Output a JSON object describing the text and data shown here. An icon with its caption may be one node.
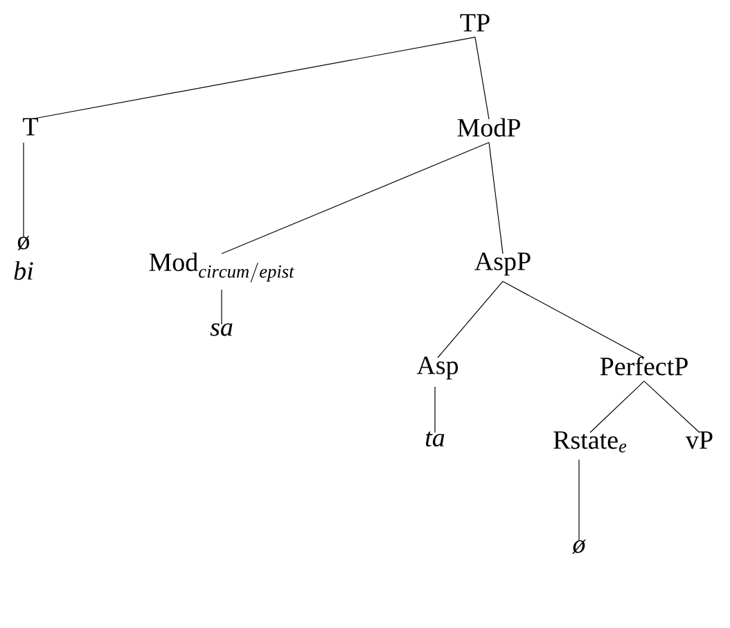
{
  "diagram": {
    "nodes": [
      {
        "text": [
          "TP"
        ]
      },
      {
        "text": [
          "T"
        ]
      },
      {
        "text": [
          "ø",
          "bi"
        ]
      },
      {
        "text": [
          "ModP"
        ]
      },
      {
        "text": [
          "\\mathrm{Mod}_{\\mathit{circum/epist}}"
        ]
      },
      {
        "text": [
          "sa"
        ]
      },
      {
        "text": [
          "AspP"
        ]
      },
      {
        "text": [
          "Asp"
        ]
      },
      {
        "text": [
          "ta"
        ]
      },
      {
        "text": [
          "PerfectP"
        ]
      },
      {
        "text": [
          "\\mathrm{Rstate}_{\\mathit{e}}"
        ]
      },
      {
        "text": [
          "vP"
        ]
      },
      {
        "text": [
          "ø"
        ]
      }
    ],
    "edges": [
      {
        "from": 0,
        "to": 1,
        "arrow": "none"
      },
      {
        "from": 0,
        "to": 3,
        "arrow": "none"
      },
      {
        "from": 1,
        "to": 2,
        "arrow": "none"
      },
      {
        "from": 3,
        "to": 4,
        "arrow": "none"
      },
      {
        "from": 3,
        "to": 6,
        "arrow": "none"
      },
      {
        "from": 4,
        "to": 5,
        "arrow": "none"
      },
      {
        "from": 6,
        "to": 7,
        "arrow": "none"
      },
      {
        "from": 6,
        "to": 9,
        "arrow": "none"
      },
      {
        "from": 7,
        "to": 8,
        "arrow": "none"
      },
      {
        "from": 9,
        "to": 10,
        "arrow": "none"
      },
      {
        "from": 9,
        "to": 11,
        "arrow": "none"
      },
      {
        "from": 10,
        "to": 12,
        "arrow": "none"
      }
    ]
  }
}
